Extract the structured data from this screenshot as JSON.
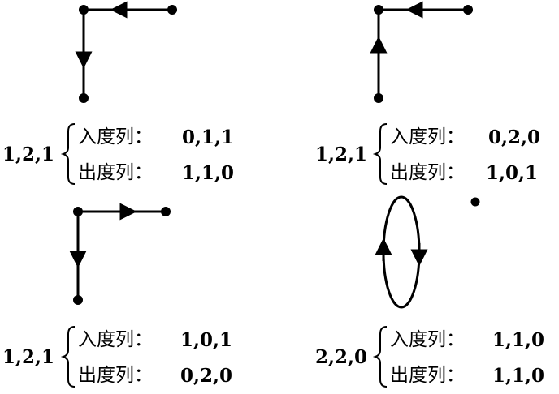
{
  "cases": [
    {
      "sequence": "1,2,1",
      "in_label": "入度列：",
      "in_values": "0,1,1",
      "out_label": "出度列：",
      "out_values": "1,1,0"
    },
    {
      "sequence": "1,2,1",
      "in_label": "入度列：",
      "in_values": "0,2,0",
      "out_label": "出度列：",
      "out_values": "1,0,1"
    },
    {
      "sequence": "1,2,1",
      "in_label": "入度列：",
      "in_values": "1,0,1",
      "out_label": "出度列：",
      "out_values": "0,2,0"
    },
    {
      "sequence": "2,2,0",
      "in_label": "入度列：",
      "in_values": "1,1,0",
      "out_label": "出度列：",
      "out_values": "1,1,0"
    }
  ],
  "colors": {
    "ink": "#000000",
    "background": "#ffffff"
  }
}
